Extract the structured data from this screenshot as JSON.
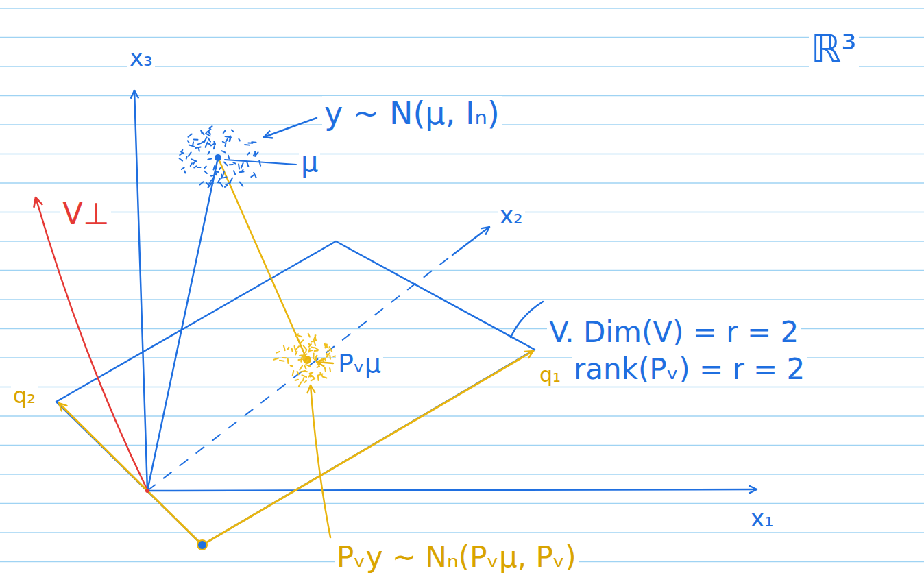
{
  "diagram": {
    "labels": [
      "x₃",
      "ℝ³",
      "y ~ N(μ, Iₙ)",
      "μ",
      "V⊥",
      "x₂",
      "V. Dim(V) = r = 2",
      "rank(Pᵥ) = r = 2",
      "Pᵥμ",
      "q₂",
      "q₁",
      "x₁",
      "Pᵥy ~ Nₙ(Pᵥμ, Pᵥ)"
    ]
  }
}
